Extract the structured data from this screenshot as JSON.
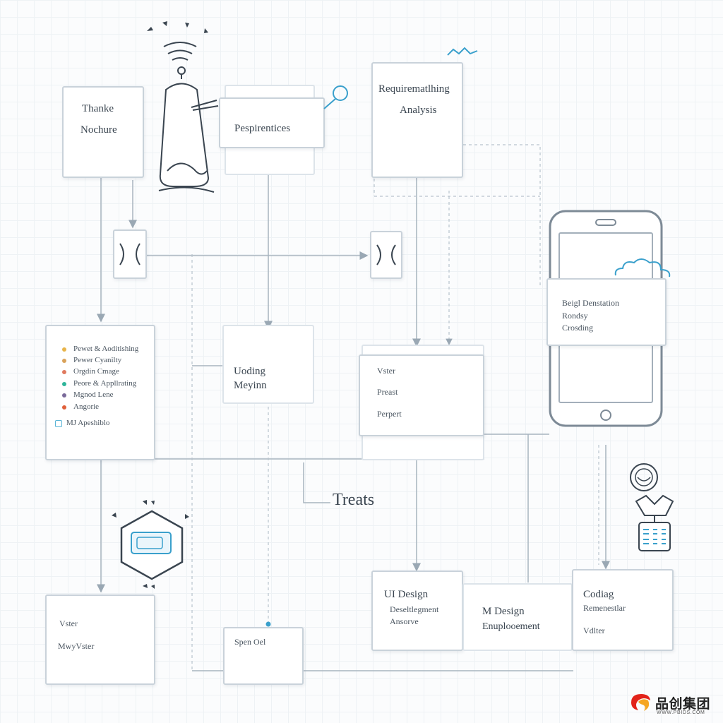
{
  "nodes": {
    "thanke": {
      "line1": "Thanke",
      "line2": "Nochure"
    },
    "pespirentices": {
      "label": "Pespirentices"
    },
    "requirements": {
      "line1": "Requirematlhing",
      "line2": "Analysis"
    },
    "legend_panel": {
      "items": [
        {
          "label": "Pewet & Aoditishing",
          "color": "#e8b44a"
        },
        {
          "label": "Pewer Cyanilty",
          "color": "#d9a25a"
        },
        {
          "label": "Orgdin Cmage",
          "color": "#e07a5f"
        },
        {
          "label": "Peore & Appllrating",
          "color": "#2fb59a"
        },
        {
          "label": "Mgnod Lene",
          "color": "#7a6a9a"
        },
        {
          "label": "Angorie",
          "color": "#e0603a"
        }
      ],
      "footer": "MJ Apeshiblo"
    },
    "uoding": {
      "line1": "Uoding",
      "line2": "Meyinn"
    },
    "vster_center": {
      "line1": "Vster",
      "line2": "Preast",
      "line3": "Perpert"
    },
    "phone_card": {
      "line1": "Beigl Denstation",
      "line2": "Rondsy",
      "line3": "Crosding"
    },
    "treats": {
      "label": "Treats"
    },
    "vster_bottom": {
      "line1": "Vster",
      "line2": "MwyVster"
    },
    "spen_oel": {
      "label": "Spen Oel"
    },
    "ui_design": {
      "title": "UI Design",
      "line1": "Deseltlegment",
      "line2": "Ansorve"
    },
    "m_design": {
      "line1": "M Design",
      "line2": "Enuplooement"
    },
    "coding": {
      "title": "Codiag",
      "line1": "Remenestlar",
      "line2": "Vdlter"
    }
  },
  "watermark": {
    "brand": "品创集团",
    "url": "WWW.PBIDS.COM"
  },
  "colors": {
    "line": "#9aa8b4",
    "accent": "#3aa0cc",
    "box_border": "#c9d2da"
  },
  "icons": [
    "wifi-signal-icon",
    "usb-stick-icon",
    "camera-lens-icon",
    "smartphone-icon",
    "cloud-icon",
    "hexagon-device-icon",
    "robot-icon",
    "face-avatar-icon",
    "wave-icon",
    "brand-logo-icon"
  ]
}
